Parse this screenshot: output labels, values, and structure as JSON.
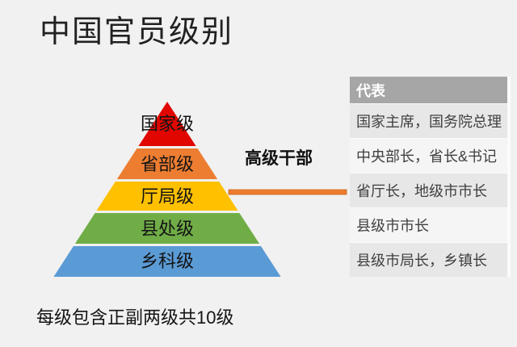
{
  "title": "中国官员级别",
  "footnote": "每级包含正副两级共10级",
  "annotation": {
    "label": "高级干部"
  },
  "pyramid": {
    "levels": [
      {
        "label": "国家级",
        "color": "#e10600"
      },
      {
        "label": "省部级",
        "color": "#ed7d31"
      },
      {
        "label": "厅局级",
        "color": "#ffc000"
      },
      {
        "label": "县处级",
        "color": "#70ad47"
      },
      {
        "label": "乡科级",
        "color": "#5b9bd5"
      }
    ]
  },
  "connector": {
    "color": "#ed7d31"
  },
  "table": {
    "header": "代表",
    "rows": [
      {
        "text": "国家主席，国务院总理"
      },
      {
        "text": "中央部长，省长&书记"
      },
      {
        "text": "省厅长，地级市市长"
      },
      {
        "text": "县级市市长"
      },
      {
        "text": "县级市局长，乡镇长"
      }
    ],
    "header_bg": "#a6a6a6",
    "band_odd_bg": "#e8e7e7",
    "band_even_bg": "#f6f5f5"
  },
  "background": "#f1f1f1"
}
